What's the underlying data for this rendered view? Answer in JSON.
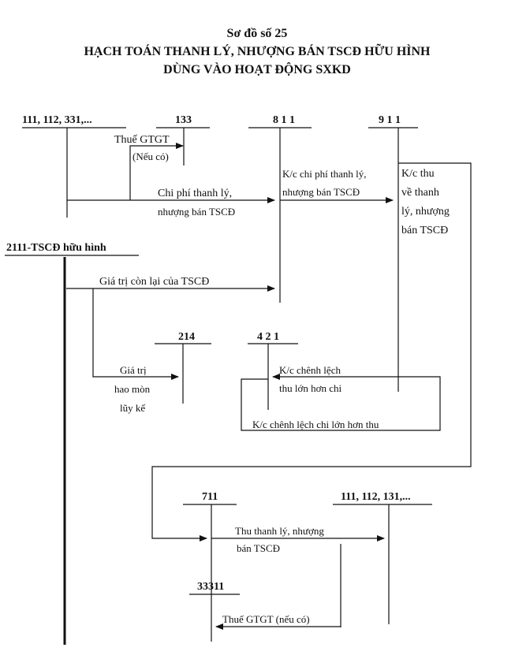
{
  "title": {
    "line1": "Sơ đồ số 25",
    "line2": "HẠCH TOÁN THANH LÝ, NHƯỢNG BÁN TSCĐ HỮU HÌNH",
    "line3": "DÙNG VÀO HOẠT ĐỘNG SXKD"
  },
  "accounts": {
    "cash_top": "111, 112, 331,...",
    "acc_133": "133",
    "acc_811": "8 1 1",
    "acc_911": "9 1 1",
    "acc_2111": "2111-TSCĐ hữu hình",
    "acc_214": "214",
    "acc_421": "4 2 1",
    "acc_711": "711",
    "cash_bottom": "111, 112, 131,...",
    "acc_33311": "33311"
  },
  "labels": {
    "vat_in_1": "Thuế GTGT",
    "vat_in_2": "(Nếu có)",
    "cost_1": "Chi phí thanh lý,",
    "cost_2": "nhượng bán TSCĐ",
    "kc_cost_1": "K/c chi phí thanh lý,",
    "kc_cost_2": "nhượng bán TSCĐ",
    "kc_rev_1": "K/c thu",
    "kc_rev_2": "về thanh",
    "kc_rev_3": "lý, nhượng",
    "kc_rev_4": "bán TSCĐ",
    "residual": "Giá trị còn lại của TSCĐ",
    "dep_1": "Giá trị",
    "dep_2": "hao mòn",
    "dep_3": "lũy kế",
    "profit_1": "K/c chênh lệch",
    "profit_2": "thu lớn hơn chi",
    "loss": "K/c chênh lệch chi lớn hơn thu",
    "income_1": "Thu thanh lý, nhượng",
    "income_2": "bán TSCĐ",
    "vat_out": "Thuế GTGT (nếu có)"
  }
}
